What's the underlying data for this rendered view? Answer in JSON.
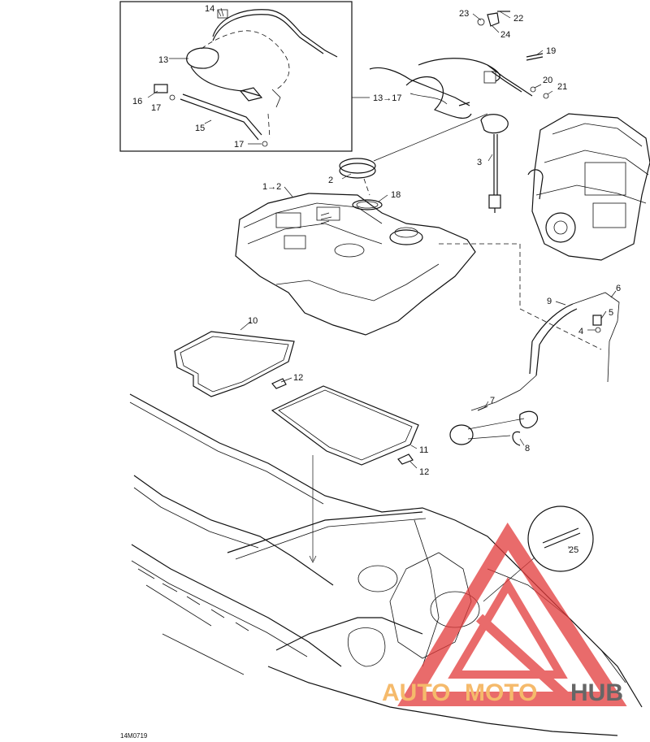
{
  "diagram_code": "14M0719",
  "watermark": {
    "text_a": "AUTO",
    "text_b": "MOTO",
    "text_c": "HUB",
    "color_red": "#e23a3a",
    "color_orange": "#f2a43a",
    "color_dark": "#333333"
  },
  "callouts": {
    "c1": "1→2",
    "c2": "2",
    "c3": "3",
    "c4": "4",
    "c5": "5",
    "c6": "6",
    "c7": "7",
    "c8": "8",
    "c9": "9",
    "c10": "10",
    "c11": "11",
    "c12a": "12",
    "c12b": "12",
    "c13": "13",
    "c13to17": "13→17",
    "c14": "14",
    "c15": "15",
    "c16": "16",
    "c17a": "17",
    "c17b": "17",
    "c18": "18",
    "c19": "19",
    "c20": "20",
    "c21": "21",
    "c22": "22",
    "c23": "23",
    "c24": "24",
    "c25": "25"
  }
}
